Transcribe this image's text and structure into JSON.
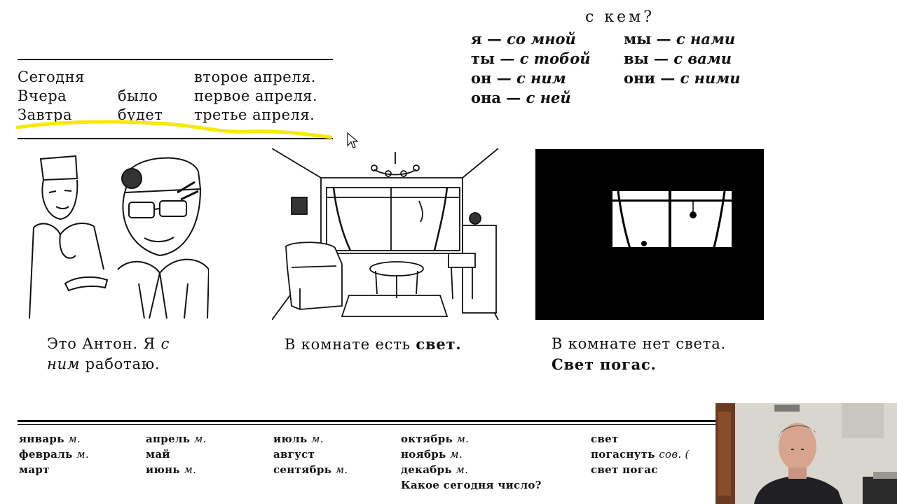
{
  "header": {
    "question": "с кем?"
  },
  "pronouns": [
    {
      "pronoun": "я",
      "form": "со мной"
    },
    {
      "pronoun": "ты",
      "form": "с тобой"
    },
    {
      "pronoun": "он",
      "form": "с ним"
    },
    {
      "pronoun": "она",
      "form": "с ней"
    },
    {
      "pronoun": "мы",
      "form": "с нами"
    },
    {
      "pronoun": "вы",
      "form": "с вами"
    },
    {
      "pronoun": "они",
      "form": "с ними"
    }
  ],
  "dates": [
    {
      "day": "Сегодня",
      "verb": "",
      "date": "второе апреля."
    },
    {
      "day": "Вчера",
      "verb": "было",
      "date": "первое апреля."
    },
    {
      "day": "Завтра",
      "verb": "будет",
      "date": "третье апреля."
    }
  ],
  "captions": {
    "anton_1": "Это Антон. Я",
    "anton_2": "с",
    "anton_3": "ним",
    "anton_4": "работаю.",
    "room_1": "В комнате есть",
    "room_2": "свет.",
    "dark_1": "В комнате нет света.",
    "dark_2": "Свет погас."
  },
  "vocab": {
    "col1": [
      {
        "word": "январь",
        "gram": "м."
      },
      {
        "word": "февраль",
        "gram": "м."
      },
      {
        "word": "март",
        "gram": ""
      }
    ],
    "col2": [
      {
        "word": "апрель",
        "gram": "м."
      },
      {
        "word": "май",
        "gram": ""
      },
      {
        "word": "июнь",
        "gram": "м."
      }
    ],
    "col3": [
      {
        "word": "июль",
        "gram": "м."
      },
      {
        "word": "август",
        "gram": ""
      },
      {
        "word": "сентябрь",
        "gram": "м."
      }
    ],
    "col4": [
      {
        "word": "октябрь",
        "gram": "м."
      },
      {
        "word": "ноябрь",
        "gram": "м."
      },
      {
        "word": "декабрь",
        "gram": "м."
      }
    ],
    "col4_question": "Какое сегодня число?",
    "col5": [
      {
        "word": "свет",
        "gram": ""
      },
      {
        "word": "погаснуть",
        "gram": "сов. ("
      },
      {
        "word": "свет погас",
        "gram": ""
      }
    ]
  },
  "colors": {
    "highlight": "#f5ea00",
    "ink": "#111111",
    "paper": "#ffffff"
  },
  "icons": [
    "mouse-cursor-icon",
    "doctors-illustration",
    "room-lit-illustration",
    "room-dark-illustration",
    "webcam-presenter"
  ]
}
